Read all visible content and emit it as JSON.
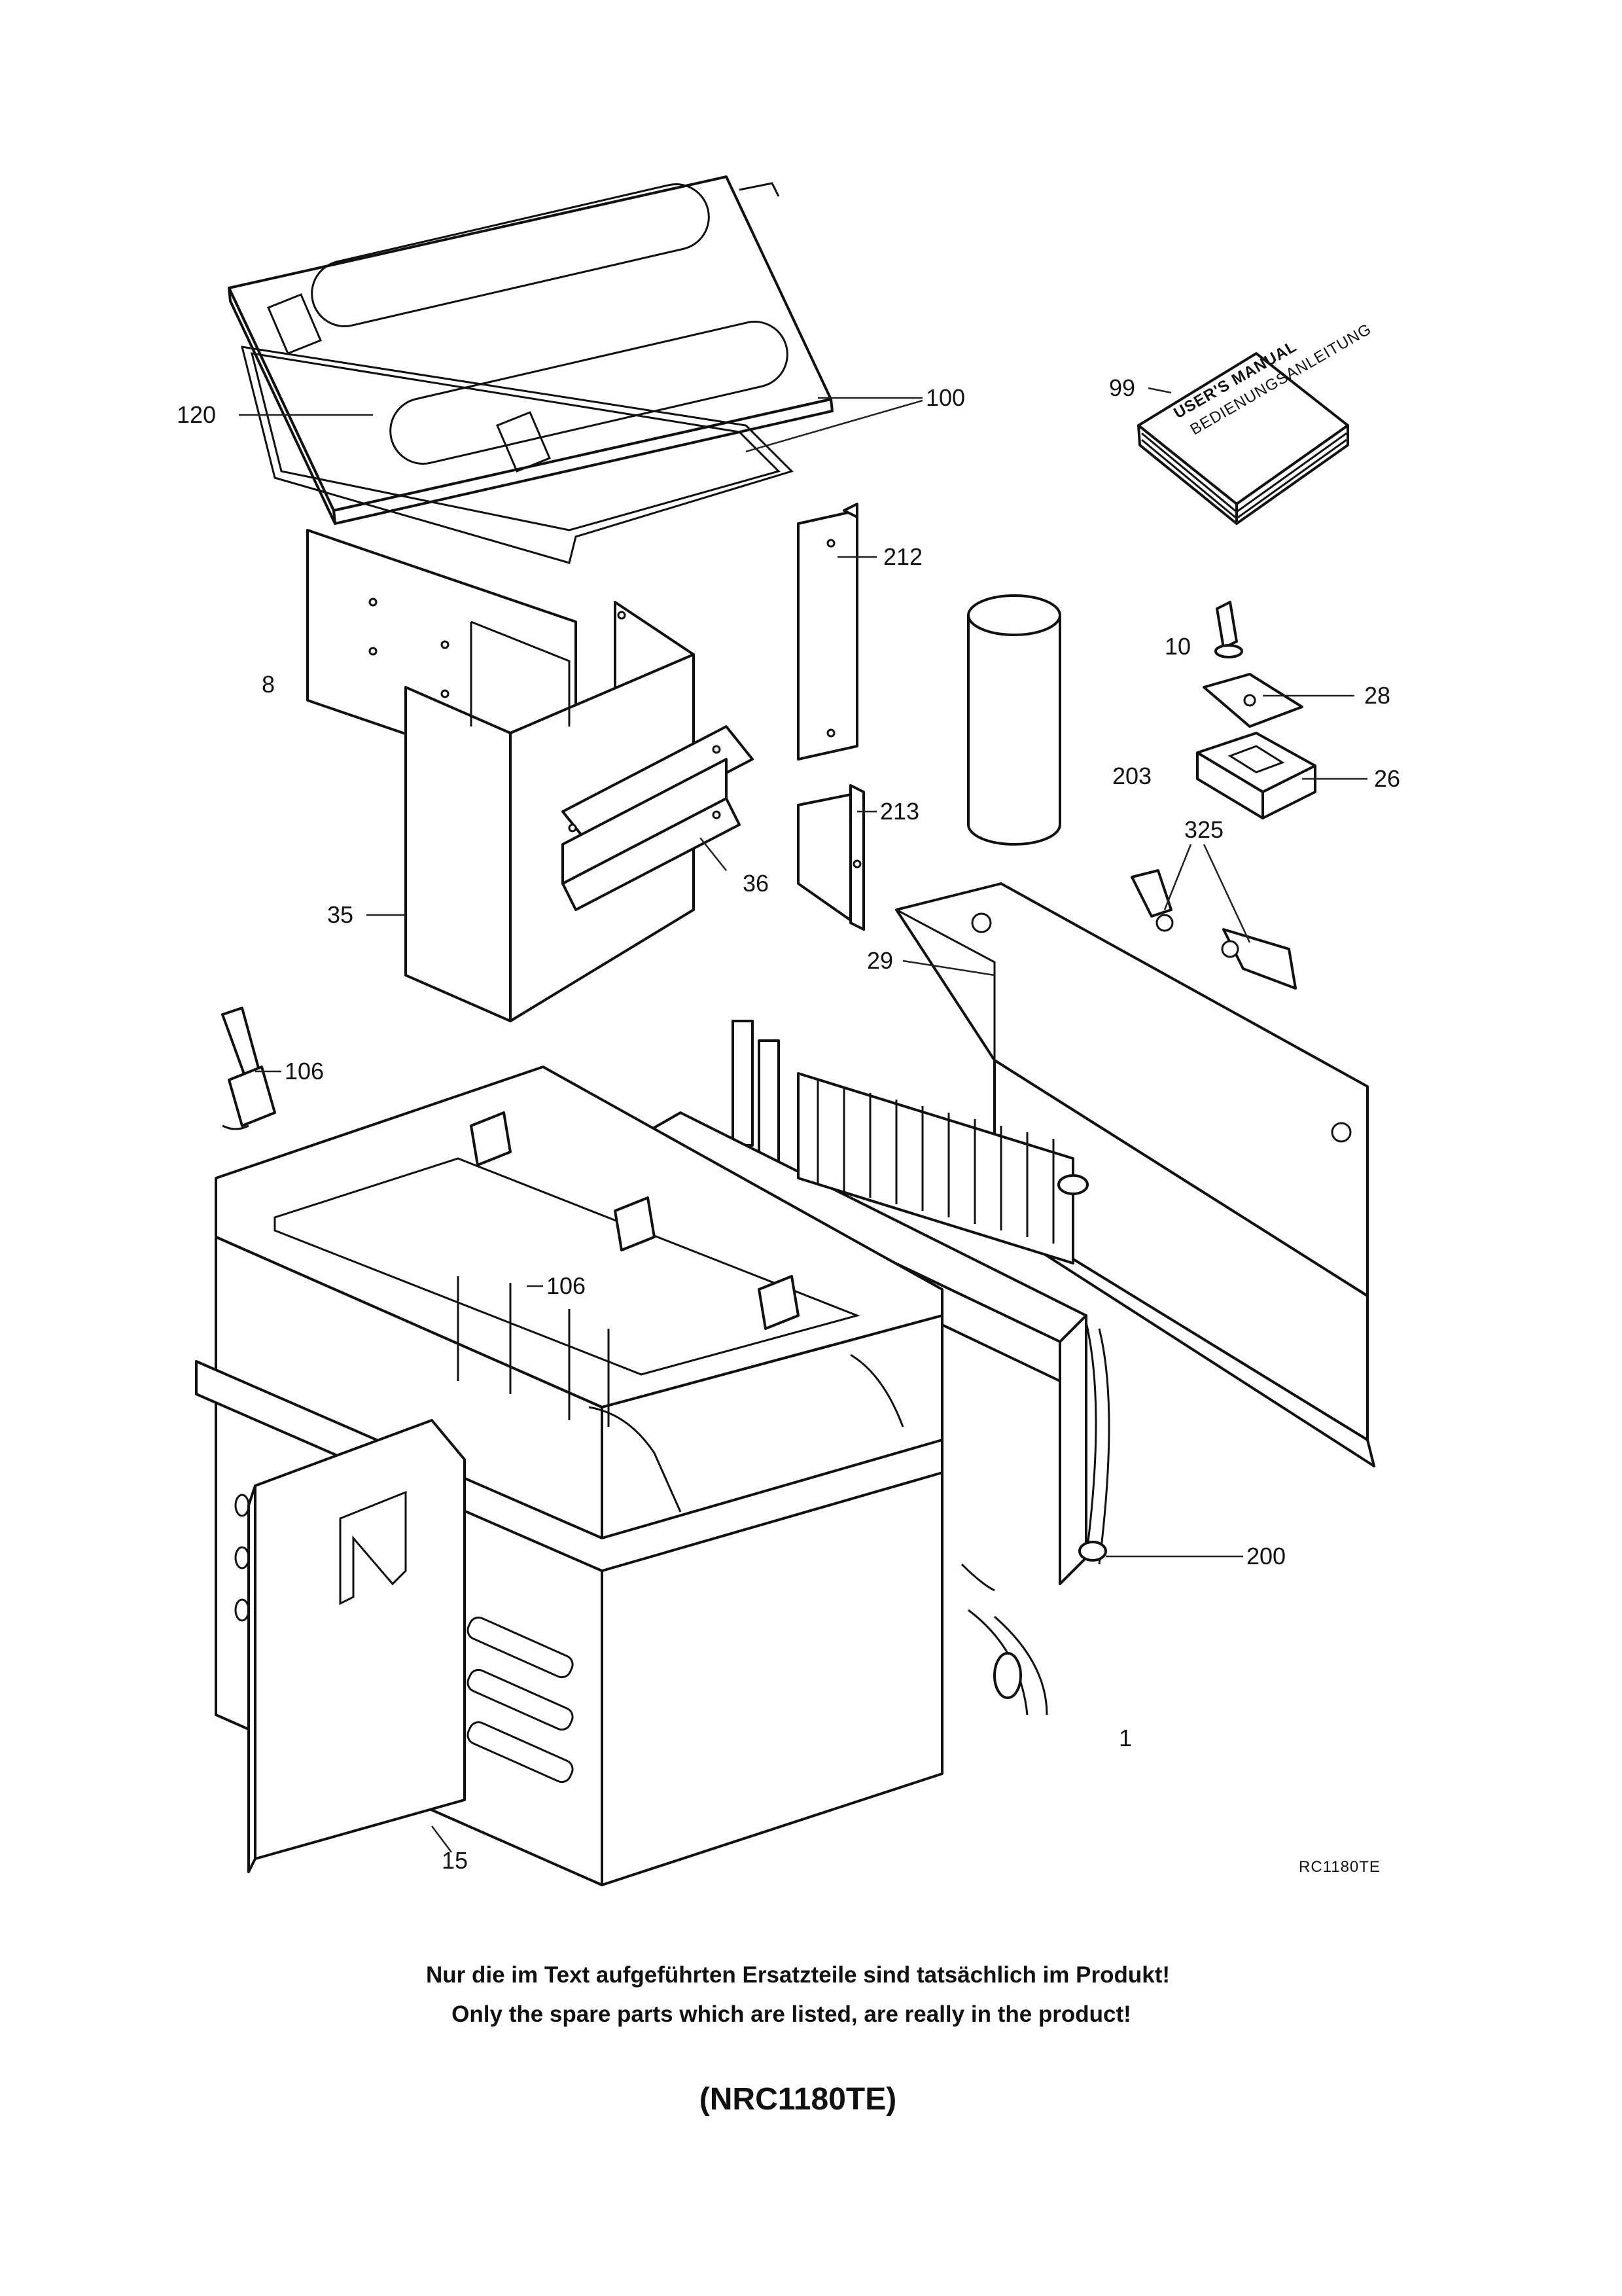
{
  "callouts": {
    "c1": "1",
    "c8": "8",
    "c10": "10",
    "c15": "15",
    "c26": "26",
    "c28": "28",
    "c29": "29",
    "c35": "35",
    "c36": "36",
    "c99": "99",
    "c100": "100",
    "c106a": "106",
    "c106b": "106",
    "c120": "120",
    "c200": "200",
    "c203": "203",
    "c212": "212",
    "c213": "213",
    "c325": "325"
  },
  "drawing_reference": "RC1180TE",
  "manual_cover": {
    "line1": "USER'S MANUAL",
    "line2": "BEDIENUNGSANLEITUNG"
  },
  "notes": {
    "german": "Nur die im Text aufgeführten Ersatzteile sind tatsächlich im Produkt!",
    "english": "Only the spare parts which are listed, are really in the product!"
  },
  "model_title": "(NRC1180TE)"
}
